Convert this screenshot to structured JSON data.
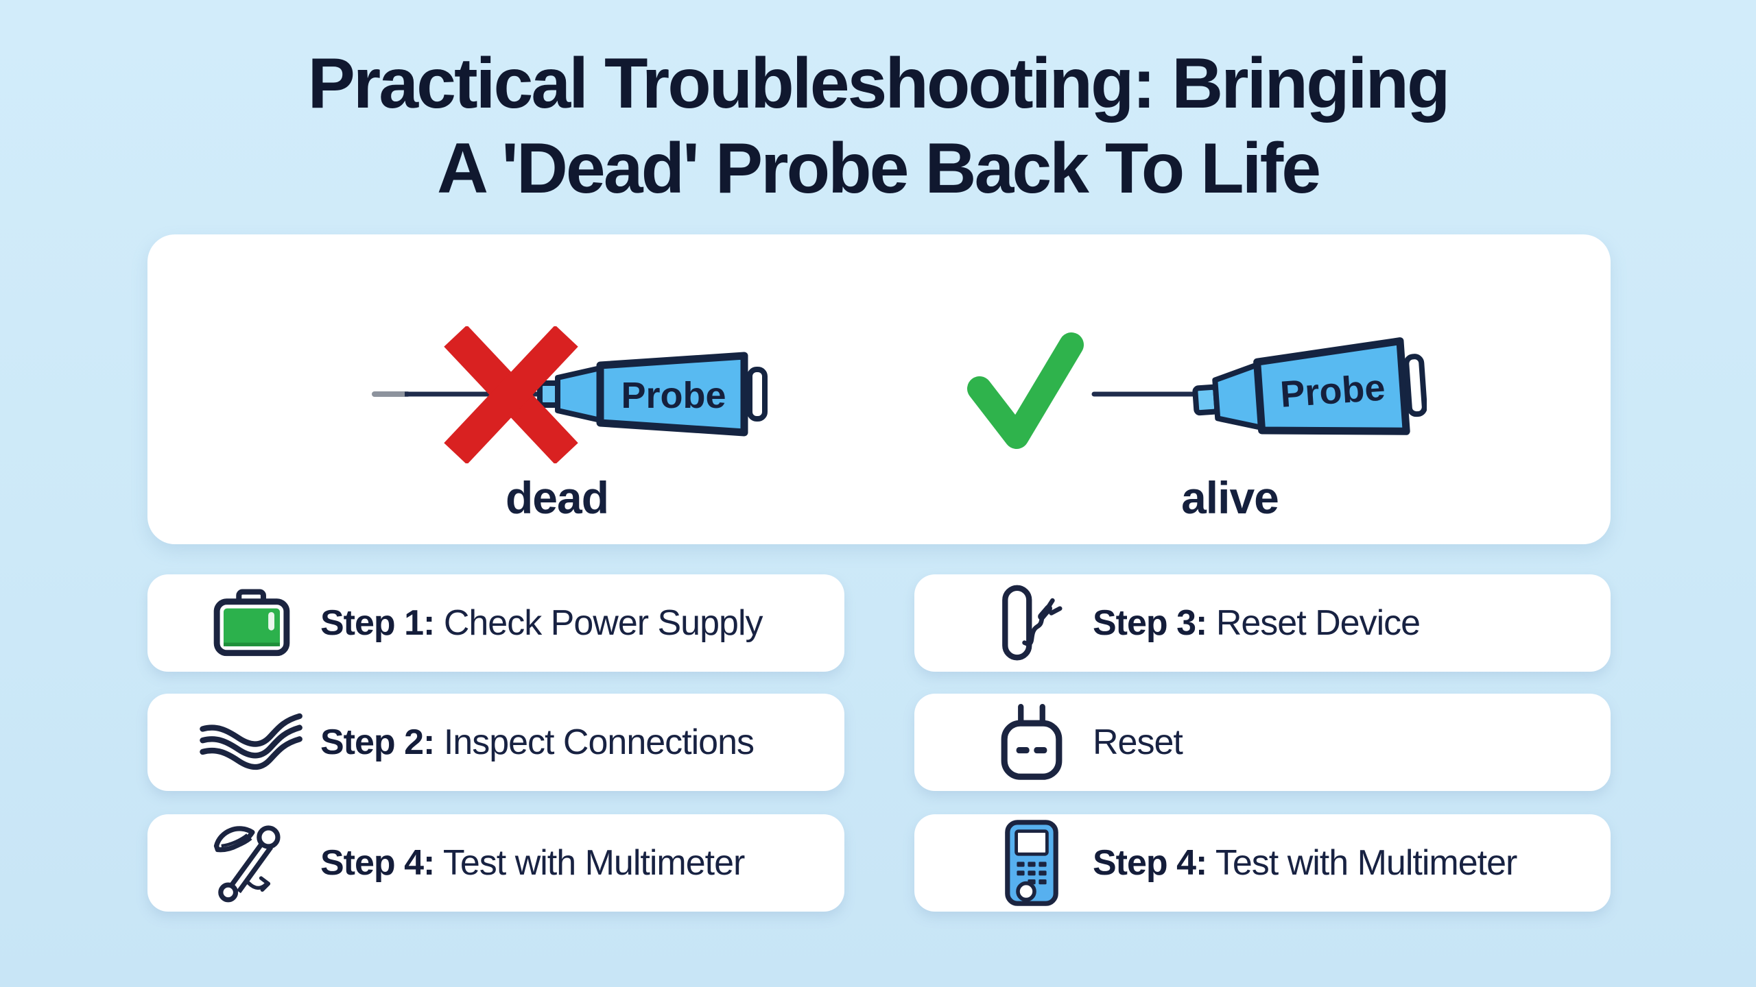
{
  "colors": {
    "background": "#cde9f8",
    "card": "#ffffff",
    "ink": "#16203c",
    "probe_blue": "#58baf1",
    "probe_outline": "#152441",
    "x_red": "#d92121",
    "check_green": "#2fb34c",
    "battery_green": "#2cb14c",
    "multimeter_blue": "#57b0ef",
    "needle_gray": "#8d939d"
  },
  "title": {
    "line1": "Practical Troubleshooting: Bringing",
    "line2": "A 'Dead' Probe Back To Life"
  },
  "hero": {
    "dead": {
      "mark": "x-mark-icon",
      "probe_label": "Probe",
      "status_label": "dead"
    },
    "alive": {
      "mark": "check-mark-icon",
      "probe_label": "Probe",
      "status_label": "alive"
    }
  },
  "steps": [
    {
      "icon": "battery-icon",
      "bold": "Step 1:",
      "rest": " Check Power Supply"
    },
    {
      "icon": "probe-plug-icon",
      "bold": "Step 3:",
      "rest": " Reset Device"
    },
    {
      "icon": "waves-icon",
      "bold": "Step 2:",
      "rest": " Inspect Connections"
    },
    {
      "icon": "plug-adapter-icon",
      "bold": "",
      "rest": "Reset"
    },
    {
      "icon": "probe-scribble-icon",
      "bold": "Step 4:",
      "rest": " Test with Multimeter"
    },
    {
      "icon": "multimeter-icon",
      "bold": "Step 4:",
      "rest": " Test with Multimeter"
    }
  ]
}
